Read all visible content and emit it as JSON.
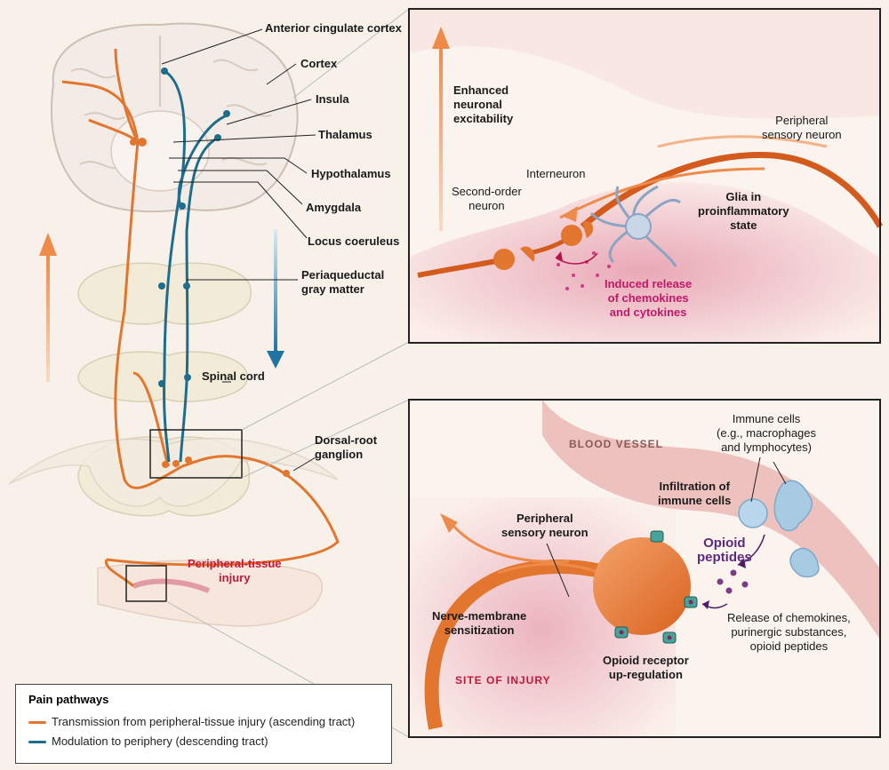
{
  "labels": {
    "acc": "Anterior cingulate cortex",
    "cortex": "Cortex",
    "insula": "Insula",
    "thalamus": "Thalamus",
    "hypothalamus": "Hypothalamus",
    "amygdala": "Amygdala",
    "locus": "Locus coeruleus",
    "pag": [
      "Periaqueductal",
      "gray matter"
    ],
    "spinal": "Spinal cord",
    "drg": [
      "Dorsal-root",
      "ganglion"
    ],
    "injury": [
      "Peripheral-tissue",
      "injury"
    ]
  },
  "top_panel": {
    "enhanced": [
      "Enhanced",
      "neuronal",
      "excitability"
    ],
    "interneuron": "Interneuron",
    "second_order": [
      "Second-order",
      "neuron"
    ],
    "peripheral": [
      "Peripheral",
      "sensory neuron"
    ],
    "glia": [
      "Glia in",
      "proinflammatory",
      "state"
    ],
    "induced": [
      "Induced release",
      "of chemokines",
      "and cytokines"
    ]
  },
  "bottom_panel": {
    "blood_vessel": "BLOOD VESSEL",
    "immune": [
      "Immune cells",
      "(e.g., macrophages",
      "and lymphocytes)"
    ],
    "infiltration": [
      "Infiltration of",
      "immune cells"
    ],
    "peripheral": [
      "Peripheral",
      "sensory neuron"
    ],
    "opioid": [
      "Opioid",
      "peptides"
    ],
    "nerve": [
      "Nerve-membrane",
      "sensitization"
    ],
    "release": [
      "Release of chemokines,",
      "purinergic substances,",
      "opioid peptides"
    ],
    "site": "SITE OF INJURY",
    "receptor": [
      "Opioid receptor",
      "up-regulation"
    ]
  },
  "legend": {
    "title": "Pain pathways",
    "ascending": "Transmission from peripheral-tissue injury (ascending tract)",
    "descending": "Modulation to periphery (descending tract)"
  },
  "colors": {
    "ascending": "#e3762f",
    "descending": "#1f6d8c",
    "accent": "#c2186b"
  }
}
